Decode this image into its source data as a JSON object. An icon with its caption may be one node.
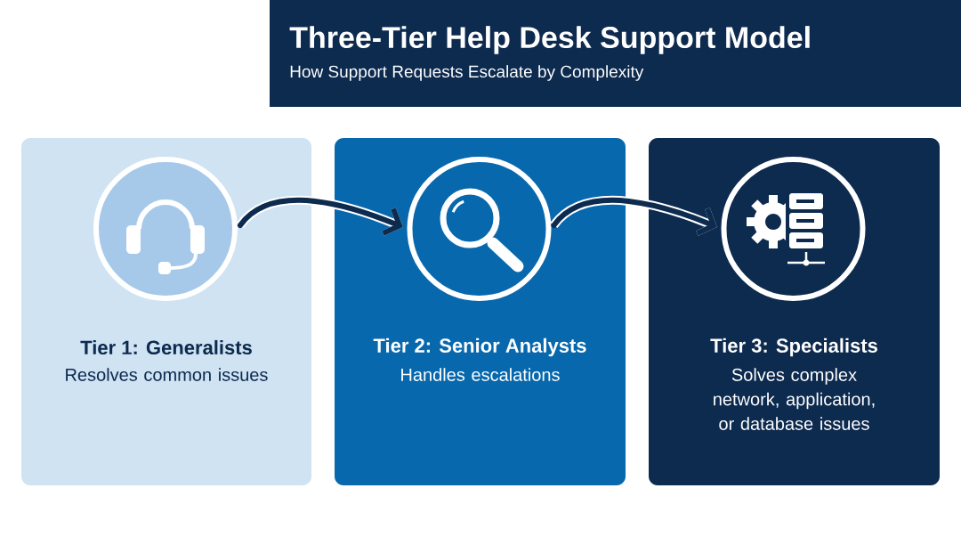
{
  "diagram": {
    "title": "Three-Tier Help Desk Support Model",
    "nodes": [
      {
        "text": [
          "Tier 1: Generalists",
          "Resolves common issues"
        ]
      },
      {
        "text": [],
        "shape": "circle",
        "in": 0
      },
      {
        "text": [
          "Tier 2: Senior Analysts",
          "Handles escalations"
        ]
      },
      {
        "text": [],
        "shape": "circle",
        "in": 2
      },
      {
        "text": [
          "Tier 3: Specialists",
          "Solves complex network, application, or database issues"
        ]
      },
      {
        "text": [],
        "shape": "circle",
        "in": 4
      }
    ],
    "edges": [
      {
        "from": 1,
        "to": 3,
        "arrow": "to"
      },
      {
        "from": 3,
        "to": 5,
        "arrow": "to"
      }
    ],
    "labels": [
      "How Support Requests Escalate by Complexity"
    ]
  }
}
